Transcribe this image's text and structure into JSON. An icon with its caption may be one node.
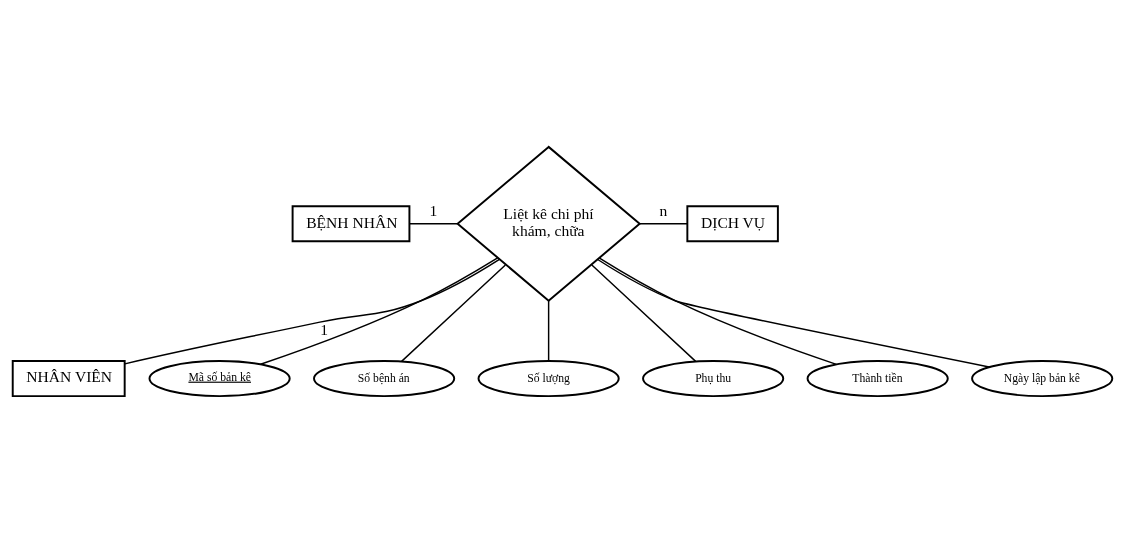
{
  "diagram": {
    "nodes": [
      {
        "text": [
          "BỆNH NHÂN"
        ]
      },
      {
        "text": [
          "Liệt kê chi phí khám, chữa"
        ]
      },
      {
        "text": [
          "DỊCH VỤ"
        ]
      },
      {
        "text": [
          "NHÂN VIÊN"
        ]
      },
      {
        "text": [
          "Mã số bản kê"
        ]
      },
      {
        "text": [
          "Số bệnh án"
        ]
      },
      {
        "text": [
          "Số lượng"
        ]
      },
      {
        "text": [
          "Phụ thu"
        ]
      },
      {
        "text": [
          "Thành tiền"
        ]
      },
      {
        "text": [
          "Ngày lập bản kê"
        ]
      }
    ],
    "edges": [
      {
        "from": 0,
        "to": 1,
        "arrow": "none",
        "label": "1"
      },
      {
        "from": 1,
        "to": 2,
        "arrow": "none",
        "label": "n"
      },
      {
        "from": 1,
        "to": 3,
        "arrow": "none",
        "label": "1"
      },
      {
        "from": 4,
        "to": 1,
        "arrow": "none"
      },
      {
        "from": 5,
        "to": 1,
        "arrow": "none"
      },
      {
        "from": 6,
        "to": 1,
        "arrow": "none"
      },
      {
        "from": 7,
        "to": 1,
        "arrow": "none"
      },
      {
        "from": 8,
        "to": 1,
        "arrow": "none"
      },
      {
        "from": 9,
        "to": 1,
        "arrow": "none"
      }
    ]
  }
}
